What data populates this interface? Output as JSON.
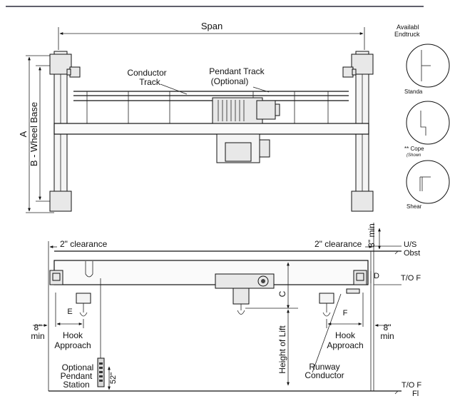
{
  "top_view": {
    "span_label": "Span",
    "a_label": "A",
    "wheel_base_label": "B - Wheel Base",
    "conductor_track_line1": "Conductor",
    "conductor_track_line2": "Track",
    "pendant_track_line1": "Pendant Track",
    "pendant_track_line2": "(Optional)"
  },
  "endtruck_panel": {
    "title_line1": "Availabl",
    "title_line2": "Endtruck",
    "option1": "Standa",
    "option2": "** Cope",
    "option2_note": "(Shown",
    "option3": "Shear"
  },
  "side_view": {
    "clearance_left": "2\" clearance",
    "clearance_right": "2\" clearance",
    "min_3": "3\" min",
    "us_label": "U/S",
    "obst_label": "Obst",
    "d_label": "D",
    "to_label_top": "T/O F",
    "c_label": "C",
    "eight_left_1": "8\"",
    "eight_left_2": "min",
    "eight_right_1": "8\"",
    "eight_right_2": "min",
    "e_label": "E",
    "f_label": "F",
    "hook_approach_left_1": "Hook",
    "hook_approach_left_2": "Approach",
    "hook_approach_right_1": "Hook",
    "hook_approach_right_2": "Approach",
    "height_of_lift": "Height of Lift",
    "runway_line1": "Runway",
    "runway_line2": "Conductor",
    "pendant_line1": "Optional",
    "pendant_line2": "Pendant",
    "pendant_line3": "Station",
    "pendant_height": "52\"",
    "to_label_bottom": "T/O F",
    "floor_label": "Fl"
  }
}
